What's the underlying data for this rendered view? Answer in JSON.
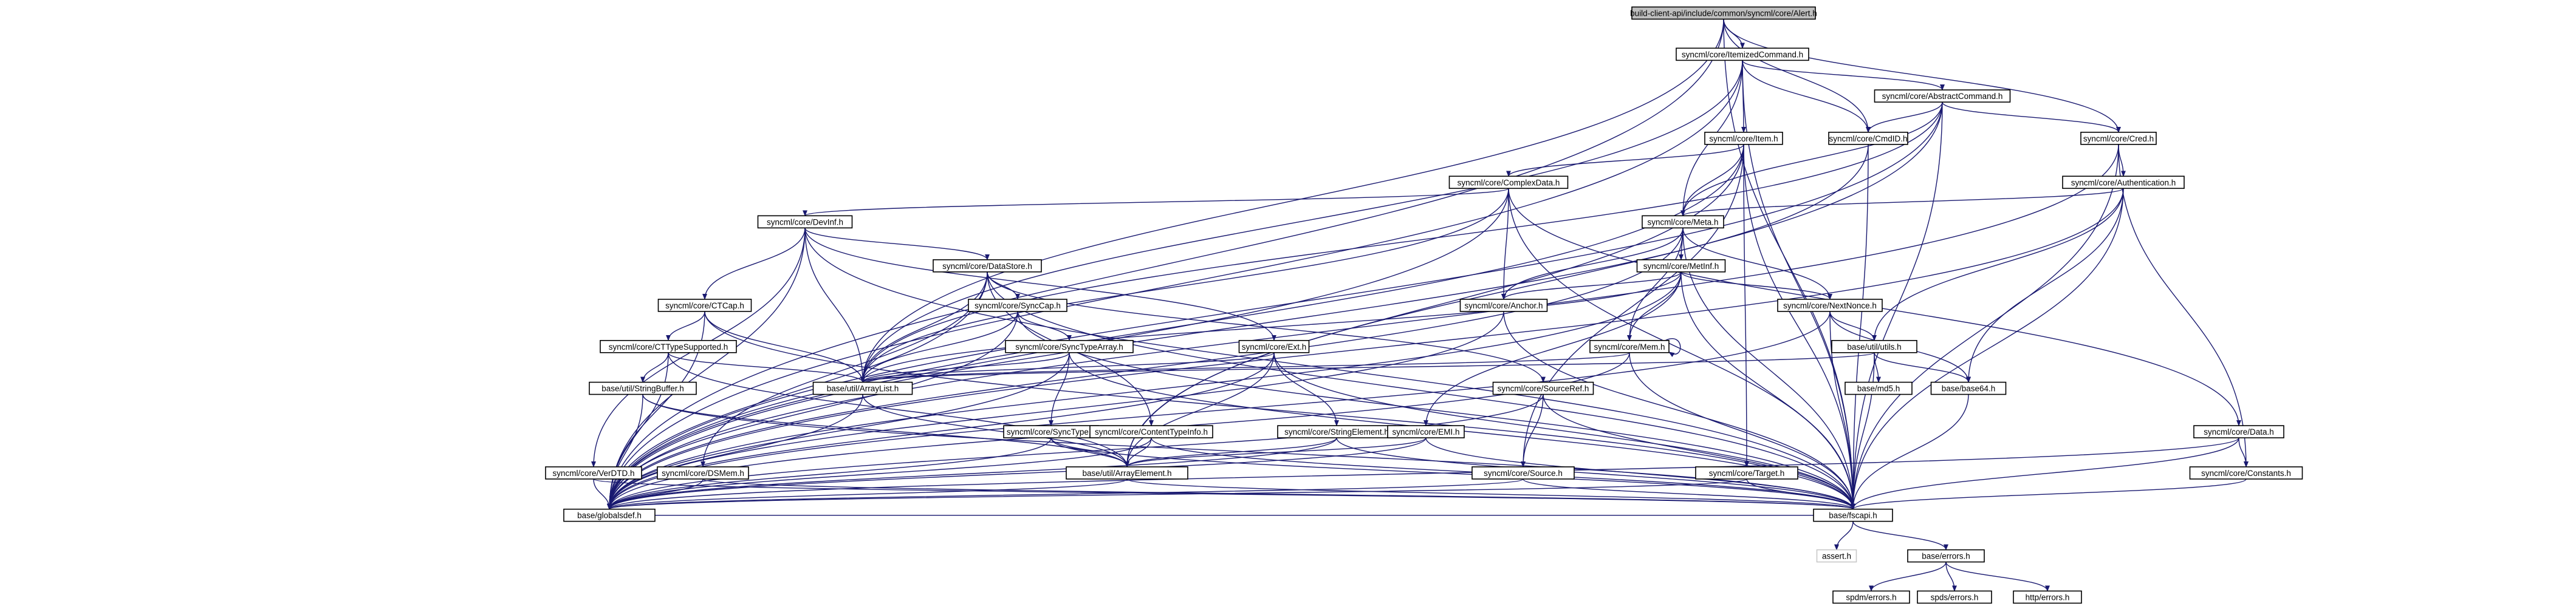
{
  "diagram": {
    "type": "include-dependency-graph",
    "edge_color": "#191970",
    "root_fill": "#bfbfbf",
    "nodes": [
      {
        "id": "alert",
        "label": "build-client-api/include/common/syncml/core/Alert.h",
        "root": true
      },
      {
        "id": "itemized",
        "label": "syncml/core/ItemizedCommand.h"
      },
      {
        "id": "abstract",
        "label": "syncml/core/AbstractCommand.h"
      },
      {
        "id": "item",
        "label": "syncml/core/Item.h"
      },
      {
        "id": "cmdid",
        "label": "syncml/core/CmdID.h"
      },
      {
        "id": "cred",
        "label": "syncml/core/Cred.h"
      },
      {
        "id": "complexdata",
        "label": "syncml/core/ComplexData.h"
      },
      {
        "id": "authentication",
        "label": "syncml/core/Authentication.h"
      },
      {
        "id": "devinf",
        "label": "syncml/core/DevInf.h"
      },
      {
        "id": "meta",
        "label": "syncml/core/Meta.h"
      },
      {
        "id": "datastore",
        "label": "syncml/core/DataStore.h"
      },
      {
        "id": "metinf",
        "label": "syncml/core/MetInf.h"
      },
      {
        "id": "ctcap",
        "label": "syncml/core/CTCap.h"
      },
      {
        "id": "synccap",
        "label": "syncml/core/SyncCap.h"
      },
      {
        "id": "anchor",
        "label": "syncml/core/Anchor.h"
      },
      {
        "id": "nextnonce",
        "label": "syncml/core/NextNonce.h"
      },
      {
        "id": "cttypesupported",
        "label": "syncml/core/CTTypeSupported.h"
      },
      {
        "id": "synctypearray",
        "label": "syncml/core/SyncTypeArray.h"
      },
      {
        "id": "ext",
        "label": "syncml/core/Ext.h"
      },
      {
        "id": "mem",
        "label": "syncml/core/Mem.h"
      },
      {
        "id": "utils",
        "label": "base/util/utils.h"
      },
      {
        "id": "stringbuffer",
        "label": "base/util/StringBuffer.h"
      },
      {
        "id": "arraylist",
        "label": "base/util/ArrayList.h"
      },
      {
        "id": "synctype",
        "label": "syncml/core/SyncType.h"
      },
      {
        "id": "contenttypeinfo",
        "label": "syncml/core/ContentTypeInfo.h"
      },
      {
        "id": "stringelement",
        "label": "syncml/core/StringElement.h"
      },
      {
        "id": "emi",
        "label": "syncml/core/EMI.h"
      },
      {
        "id": "sourceref",
        "label": "syncml/core/SourceRef.h"
      },
      {
        "id": "md5",
        "label": "base/md5.h"
      },
      {
        "id": "base64",
        "label": "base/base64.h"
      },
      {
        "id": "data",
        "label": "syncml/core/Data.h"
      },
      {
        "id": "arrayelement",
        "label": "base/util/ArrayElement.h"
      },
      {
        "id": "verdtd",
        "label": "syncml/core/VerDTD.h"
      },
      {
        "id": "dsmem",
        "label": "syncml/core/DSMem.h"
      },
      {
        "id": "source",
        "label": "syncml/core/Source.h"
      },
      {
        "id": "target",
        "label": "syncml/core/Target.h"
      },
      {
        "id": "constants",
        "label": "syncml/core/Constants.h"
      },
      {
        "id": "globaldef",
        "label": "base/globalsdef.h"
      },
      {
        "id": "fscapi",
        "label": "base/fscapi.h"
      },
      {
        "id": "assert",
        "label": "assert.h",
        "leaf": true
      },
      {
        "id": "errors",
        "label": "base/errors.h"
      },
      {
        "id": "spdmerrors",
        "label": "spdm/errors.h"
      },
      {
        "id": "spdserrors",
        "label": "spds/errors.h"
      },
      {
        "id": "httperrors",
        "label": "http/errors.h"
      }
    ],
    "edges": [
      [
        "alert",
        "itemized"
      ],
      [
        "alert",
        "cmdid"
      ],
      [
        "alert",
        "cred"
      ],
      [
        "alert",
        "globaldef"
      ],
      [
        "alert",
        "fscapi"
      ],
      [
        "alert",
        "arraylist"
      ],
      [
        "itemized",
        "abstract"
      ],
      [
        "itemized",
        "item"
      ],
      [
        "itemized",
        "cmdid"
      ],
      [
        "itemized",
        "meta"
      ],
      [
        "itemized",
        "globaldef"
      ],
      [
        "itemized",
        "fscapi"
      ],
      [
        "itemized",
        "arraylist"
      ],
      [
        "abstract",
        "cmdid"
      ],
      [
        "abstract",
        "cred"
      ],
      [
        "abstract",
        "meta"
      ],
      [
        "abstract",
        "globaldef"
      ],
      [
        "abstract",
        "fscapi"
      ],
      [
        "abstract",
        "arraylist"
      ],
      [
        "abstract",
        "arrayelement"
      ],
      [
        "item",
        "complexdata"
      ],
      [
        "item",
        "meta"
      ],
      [
        "item",
        "target"
      ],
      [
        "item",
        "source"
      ],
      [
        "item",
        "globaldef"
      ],
      [
        "item",
        "fscapi"
      ],
      [
        "item",
        "arrayelement"
      ],
      [
        "cmdid",
        "globaldef"
      ],
      [
        "cmdid",
        "fscapi"
      ],
      [
        "cred",
        "authentication"
      ],
      [
        "cred",
        "constants"
      ],
      [
        "cred",
        "globaldef"
      ],
      [
        "cred",
        "fscapi"
      ],
      [
        "complexdata",
        "devinf"
      ],
      [
        "complexdata",
        "anchor"
      ],
      [
        "complexdata",
        "data"
      ],
      [
        "complexdata",
        "globaldef"
      ],
      [
        "complexdata",
        "fscapi"
      ],
      [
        "complexdata",
        "arraylist"
      ],
      [
        "authentication",
        "meta"
      ],
      [
        "authentication",
        "utils"
      ],
      [
        "authentication",
        "base64"
      ],
      [
        "authentication",
        "globaldef"
      ],
      [
        "authentication",
        "fscapi"
      ],
      [
        "devinf",
        "datastore"
      ],
      [
        "devinf",
        "ctcap"
      ],
      [
        "devinf",
        "ext"
      ],
      [
        "devinf",
        "verdtd"
      ],
      [
        "devinf",
        "arraylist"
      ],
      [
        "devinf",
        "globaldef"
      ],
      [
        "devinf",
        "fscapi"
      ],
      [
        "meta",
        "metinf"
      ],
      [
        "meta",
        "anchor"
      ],
      [
        "meta",
        "nextnonce"
      ],
      [
        "meta",
        "mem"
      ],
      [
        "meta",
        "globaldef"
      ],
      [
        "meta",
        "fscapi"
      ],
      [
        "datastore",
        "synccap"
      ],
      [
        "datastore",
        "dsmem"
      ],
      [
        "datastore",
        "contenttypeinfo"
      ],
      [
        "datastore",
        "sourceref"
      ],
      [
        "datastore",
        "arraylist"
      ],
      [
        "datastore",
        "globaldef"
      ],
      [
        "datastore",
        "fscapi"
      ],
      [
        "metinf",
        "anchor"
      ],
      [
        "metinf",
        "nextnonce"
      ],
      [
        "metinf",
        "mem"
      ],
      [
        "metinf",
        "emi"
      ],
      [
        "metinf",
        "arraylist"
      ],
      [
        "metinf",
        "globaldef"
      ],
      [
        "metinf",
        "fscapi"
      ],
      [
        "ctcap",
        "cttypesupported"
      ],
      [
        "ctcap",
        "arraylist"
      ],
      [
        "ctcap",
        "globaldef"
      ],
      [
        "ctcap",
        "fscapi"
      ],
      [
        "synccap",
        "synctypearray"
      ],
      [
        "synccap",
        "arraylist"
      ],
      [
        "synccap",
        "globaldef"
      ],
      [
        "synccap",
        "fscapi"
      ],
      [
        "anchor",
        "globaldef"
      ],
      [
        "anchor",
        "fscapi"
      ],
      [
        "nextnonce",
        "base64"
      ],
      [
        "nextnonce",
        "utils"
      ],
      [
        "nextnonce",
        "globaldef"
      ],
      [
        "nextnonce",
        "fscapi"
      ],
      [
        "cttypesupported",
        "stringbuffer"
      ],
      [
        "cttypesupported",
        "arraylist"
      ],
      [
        "cttypesupported",
        "arrayelement"
      ],
      [
        "cttypesupported",
        "globaldef"
      ],
      [
        "synctypearray",
        "synctype"
      ],
      [
        "synctypearray",
        "arraylist"
      ],
      [
        "synctypearray",
        "globaldef"
      ],
      [
        "synctypearray",
        "fscapi"
      ],
      [
        "ext",
        "stringelement"
      ],
      [
        "ext",
        "arraylist"
      ],
      [
        "ext",
        "arrayelement"
      ],
      [
        "ext",
        "globaldef"
      ],
      [
        "ext",
        "fscapi"
      ],
      [
        "mem",
        "mem"
      ],
      [
        "mem",
        "arraylist"
      ],
      [
        "mem",
        "globaldef"
      ],
      [
        "mem",
        "fscapi"
      ],
      [
        "utils",
        "md5"
      ],
      [
        "utils",
        "base64"
      ],
      [
        "utils",
        "arraylist"
      ],
      [
        "utils",
        "fscapi"
      ],
      [
        "stringbuffer",
        "arrayelement"
      ],
      [
        "stringbuffer",
        "globaldef"
      ],
      [
        "stringbuffer",
        "fscapi"
      ],
      [
        "arraylist",
        "arrayelement"
      ],
      [
        "arraylist",
        "globaldef"
      ],
      [
        "synctype",
        "arrayelement"
      ],
      [
        "synctype",
        "globaldef"
      ],
      [
        "synctype",
        "fscapi"
      ],
      [
        "contenttypeinfo",
        "arrayelement"
      ],
      [
        "contenttypeinfo",
        "globaldef"
      ],
      [
        "contenttypeinfo",
        "fscapi"
      ],
      [
        "stringelement",
        "arrayelement"
      ],
      [
        "stringelement",
        "globaldef"
      ],
      [
        "stringelement",
        "fscapi"
      ],
      [
        "emi",
        "arrayelement"
      ],
      [
        "emi",
        "globaldef"
      ],
      [
        "emi",
        "fscapi"
      ],
      [
        "sourceref",
        "source"
      ],
      [
        "sourceref",
        "globaldef"
      ],
      [
        "sourceref",
        "fscapi"
      ],
      [
        "base64",
        "fscapi"
      ],
      [
        "data",
        "constants"
      ],
      [
        "data",
        "globaldef"
      ],
      [
        "data",
        "fscapi"
      ],
      [
        "arrayelement",
        "globaldef"
      ],
      [
        "arrayelement",
        "fscapi"
      ],
      [
        "verdtd",
        "globaldef"
      ],
      [
        "verdtd",
        "fscapi"
      ],
      [
        "dsmem",
        "globaldef"
      ],
      [
        "dsmem",
        "fscapi"
      ],
      [
        "source",
        "globaldef"
      ],
      [
        "source",
        "fscapi"
      ],
      [
        "target",
        "globaldef"
      ],
      [
        "target",
        "fscapi"
      ],
      [
        "constants",
        "fscapi"
      ],
      [
        "globaldef",
        "fscapi"
      ],
      [
        "fscapi",
        "assert"
      ],
      [
        "fscapi",
        "errors"
      ],
      [
        "errors",
        "spdmerrors"
      ],
      [
        "errors",
        "spdserrors"
      ],
      [
        "errors",
        "httperrors"
      ]
    ]
  }
}
